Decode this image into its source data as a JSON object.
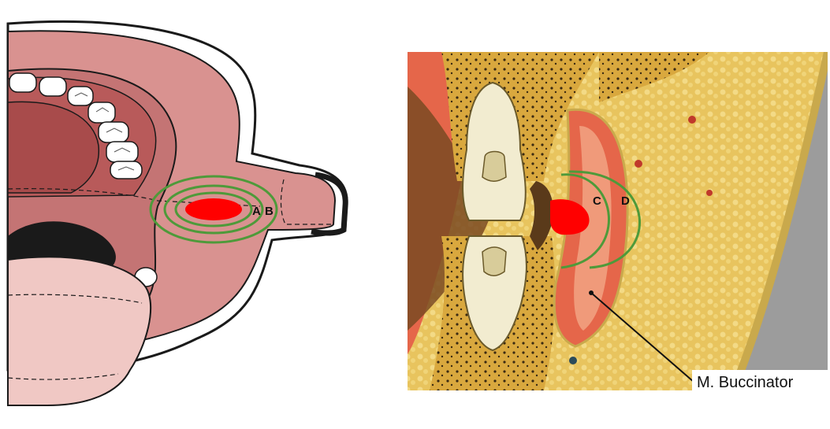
{
  "left_panel": {
    "labels": {
      "a": "A",
      "b": "B"
    },
    "colors": {
      "lesion": "#ff0000",
      "rings": "#4e9a3a",
      "mucosa_dark": "#b85a5a",
      "mucosa_mid": "#c47474",
      "cheek": "#d99290",
      "tongue": "#f0c8c4",
      "outline": "#1a1a1a"
    }
  },
  "right_panel": {
    "labels": {
      "c": "C",
      "d": "D",
      "muscle": "M. Buccinator"
    },
    "colors": {
      "lesion": "#ff0000",
      "arcs": "#4e9a3a",
      "fat": "#e6c25e",
      "bone": "#d9a83e",
      "muscle": "#e5664a",
      "tooth": "#f2ecd0",
      "skin": "#9a9a9a"
    }
  }
}
